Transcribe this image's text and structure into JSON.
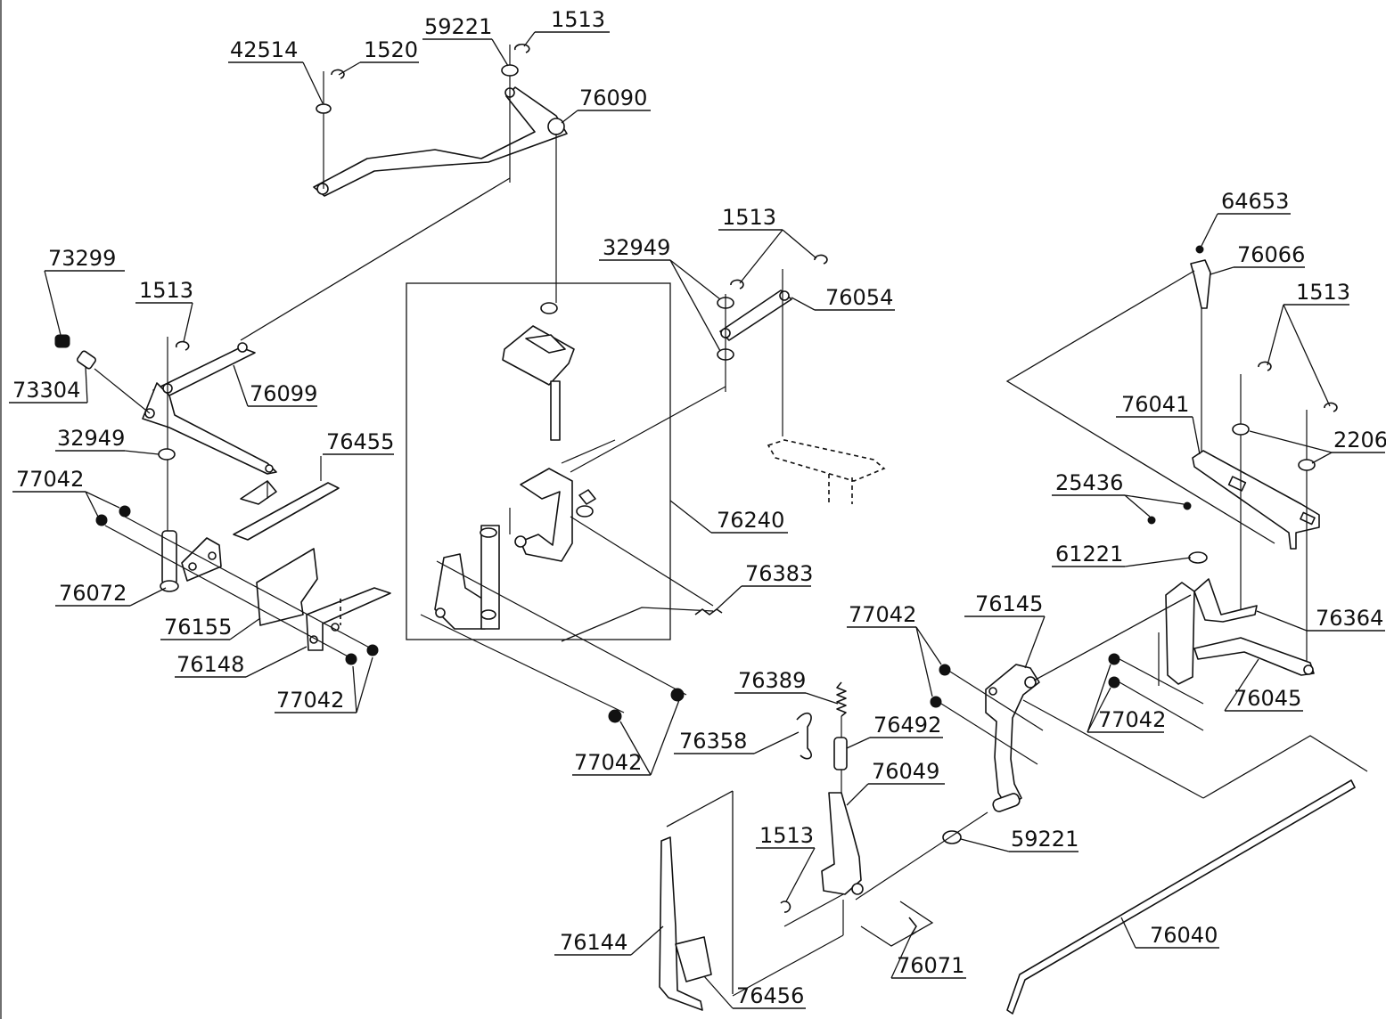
{
  "diagram": {
    "labels": {
      "p42514": "42514",
      "p1520": "1520",
      "p59221_top": "59221",
      "p1513_top": "1513",
      "p76090": "76090",
      "p73299": "73299",
      "p1513_left": "1513",
      "p73304": "73304",
      "p76099": "76099",
      "p32949_left": "32949",
      "p76455": "76455",
      "p77042_left_top": "77042",
      "p76072": "76072",
      "p76155": "76155",
      "p76148": "76148",
      "p77042_left_bottom": "77042",
      "p1513_mid": "1513",
      "p32949_mid": "32949",
      "p76054": "76054",
      "p76240": "76240",
      "p76383": "76383",
      "p77042_center": "77042",
      "p64653": "64653",
      "p76066": "76066",
      "p1513_right": "1513",
      "p76041": "76041",
      "p2206": "2206",
      "p25436": "25436",
      "p61221": "61221",
      "p76145": "76145",
      "p76364": "76364",
      "p77042_bottom_mid": "77042",
      "p76045": "76045",
      "p77042_right": "77042",
      "p76389": "76389",
      "p76492": "76492",
      "p76358": "76358",
      "p76049": "76049",
      "p1513_bottom": "1513",
      "p59221_bottom": "59221",
      "p76144": "76144",
      "p76456": "76456",
      "p76071": "76071",
      "p76040": "76040"
    }
  }
}
